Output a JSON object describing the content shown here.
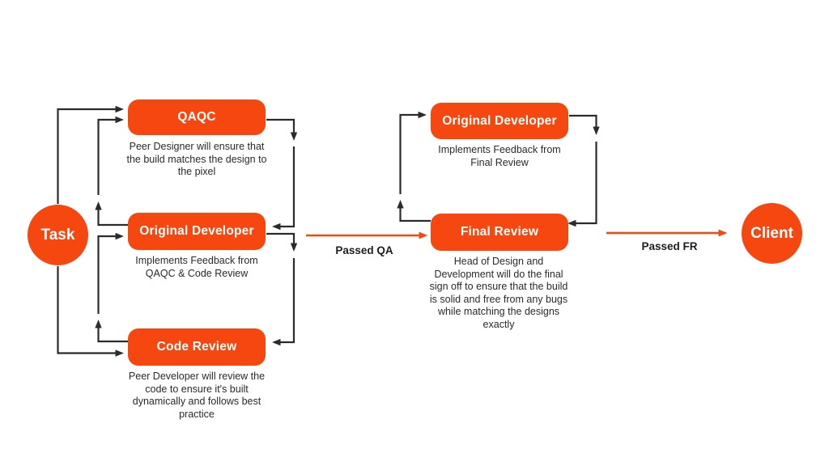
{
  "colors": {
    "accent_orange": "#F5470F",
    "arrow_dark": "#2B2B2B",
    "text_dark": "#2A2A2A",
    "edge_label_text": "#1D1D1D",
    "node_text": "#FFFFFF",
    "background": "#FFFFFF"
  },
  "nodes": {
    "task": {
      "label": "Task"
    },
    "qaqc": {
      "label": "QAQC",
      "desc": "Peer Designer will ensure that\nthe build matches the design to\nthe pixel"
    },
    "original_developer_left": {
      "label": "Original Developer",
      "desc": "Implements Feedback from\nQAQC & Code Review"
    },
    "code_review": {
      "label": "Code Review",
      "desc": "Peer Developer will review the\ncode to ensure it's built\ndynamically and follows best\npractice"
    },
    "original_developer_right": {
      "label": "Original Developer",
      "desc": "Implements Feedback from\nFinal Review"
    },
    "final_review": {
      "label": "Final Review",
      "desc": "Head of Design and\nDevelopment will do the final\nsign off to ensure that the build\nis solid and free from any bugs\nwhile matching the designs\nexactly"
    },
    "client": {
      "label": "Client"
    }
  },
  "edge_labels": {
    "passed_qa": "Passed QA",
    "passed_fr": "Passed FR"
  }
}
